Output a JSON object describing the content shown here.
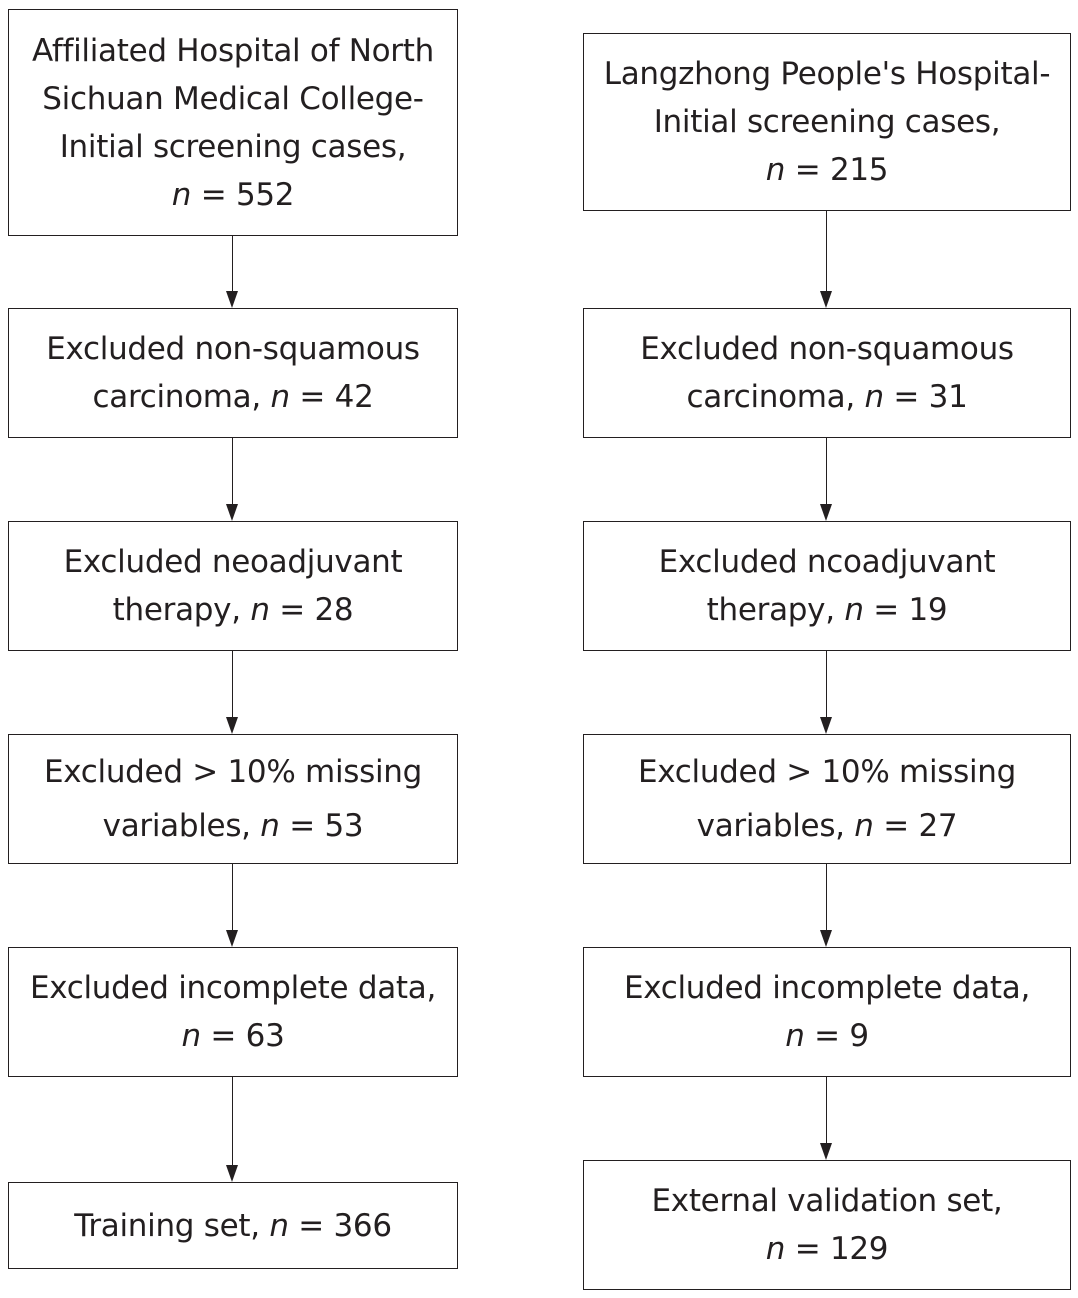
{
  "flowchart": {
    "left": [
      {
        "lines": [
          {
            "text": "Affiliated Hospital of North"
          },
          {
            "text": "Sichuan Medical College-"
          },
          {
            "text": "Initial screening cases,"
          },
          {
            "n_value": "552"
          }
        ]
      },
      {
        "lines": [
          {
            "text": "Excluded non-squamous"
          },
          {
            "prefix": "carcinoma, ",
            "n_value": "42"
          }
        ]
      },
      {
        "lines": [
          {
            "text": "Excluded neoadjuvant"
          },
          {
            "prefix": "therapy, ",
            "n_value": "28"
          }
        ]
      },
      {
        "lines": [
          {
            "text": "Excluded > 10% missing"
          },
          {
            "prefix": "variables, ",
            "n_value": "53"
          }
        ]
      },
      {
        "lines": [
          {
            "text": "Excluded incomplete data,"
          },
          {
            "n_value": "63"
          }
        ]
      },
      {
        "lines": [
          {
            "prefix": "Training set, ",
            "n_value": "366"
          }
        ]
      }
    ],
    "right": [
      {
        "lines": [
          {
            "text": "Langzhong People's Hospital-"
          },
          {
            "text": "Initial screening cases,"
          },
          {
            "n_value": "215"
          }
        ]
      },
      {
        "lines": [
          {
            "text": "Excluded non-squamous"
          },
          {
            "prefix": "carcinoma, ",
            "n_value": "31"
          }
        ]
      },
      {
        "lines": [
          {
            "text": "Excluded ncoadjuvant"
          },
          {
            "prefix": "therapy, ",
            "n_value": "19"
          }
        ]
      },
      {
        "lines": [
          {
            "text": "Excluded > 10% missing"
          },
          {
            "prefix": "variables, ",
            "n_value": "27"
          }
        ]
      },
      {
        "lines": [
          {
            "text": "Excluded incomplete data,"
          },
          {
            "n_value": "9"
          }
        ]
      },
      {
        "lines": [
          {
            "text": "External validation set,"
          },
          {
            "n_value": "129"
          }
        ]
      }
    ],
    "n_symbol": "n",
    "equals": " = ",
    "colors": {
      "stroke": "#231f20",
      "background": "#ffffff"
    }
  }
}
